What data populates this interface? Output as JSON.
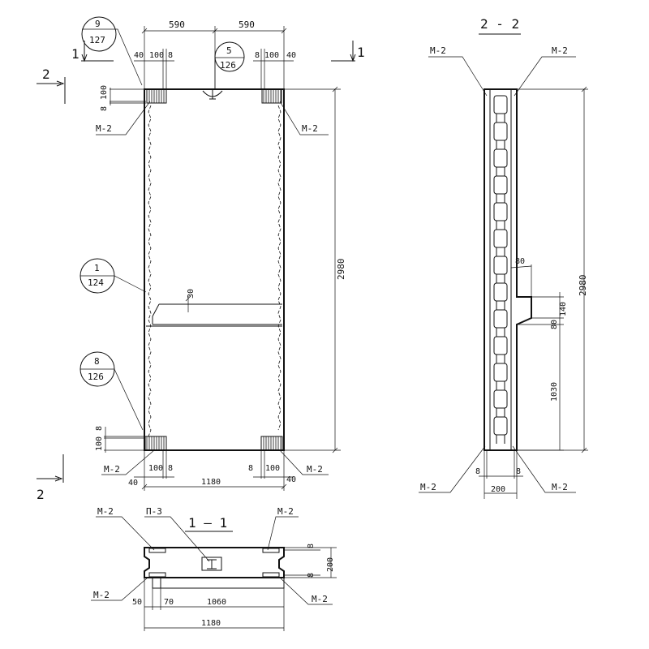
{
  "plan_view": {
    "dims_top": {
      "left_half": "590",
      "right_half": "590",
      "left_edge": "40",
      "left_block": "100",
      "left_gap": "8",
      "right_gap": "8",
      "right_block": "100",
      "right_edge": "40"
    },
    "dims_side": {
      "top_small": "8",
      "top_block": "100",
      "bottom_block": "100",
      "bottom_small": "8",
      "height": "2980",
      "rib": "30"
    },
    "dims_bottom": {
      "left_edge": "40",
      "left_block": "100",
      "left_gap": "8",
      "right_gap": "8",
      "right_block": "100",
      "right_edge": "40",
      "width": "1180"
    },
    "callouts": [
      {
        "top": "9",
        "bottom": "127"
      },
      {
        "top": "5",
        "bottom": "126"
      },
      {
        "top": "1",
        "bottom": "124"
      },
      {
        "top": "8",
        "bottom": "126"
      }
    ],
    "labels": {
      "m2_tl": "М-2",
      "m2_tr": "М-2",
      "m2_bl": "М-2",
      "m2_br": "М-2"
    },
    "section_marks": {
      "s1_left": "1",
      "s1_right": "1",
      "s2_top": "2",
      "s2_bottom": "2"
    }
  },
  "section_2_2": {
    "title": "2 - 2",
    "labels": {
      "m2_tl": "М-2",
      "m2_tr": "М-2",
      "m2_bl": "М-2",
      "m2_br": "М-2"
    },
    "dims": {
      "height": "2980",
      "rib_width": "80",
      "rib_top": "140",
      "rib_bottom": "80",
      "lower": "1030",
      "left_small": "8",
      "right_small": "8",
      "thickness": "200"
    }
  },
  "section_1_1": {
    "title": "1 — 1",
    "labels": {
      "m2_tl": "М-2",
      "p3": "П-3",
      "m2_tr": "М-2",
      "m2_bl": "М-2",
      "m2_br": "М-2"
    },
    "dims": {
      "top_small": "8",
      "bottom_small": "8",
      "thickness": "200",
      "edge": "50",
      "offset": "70",
      "rib_length": "1060",
      "width": "1180"
    }
  }
}
